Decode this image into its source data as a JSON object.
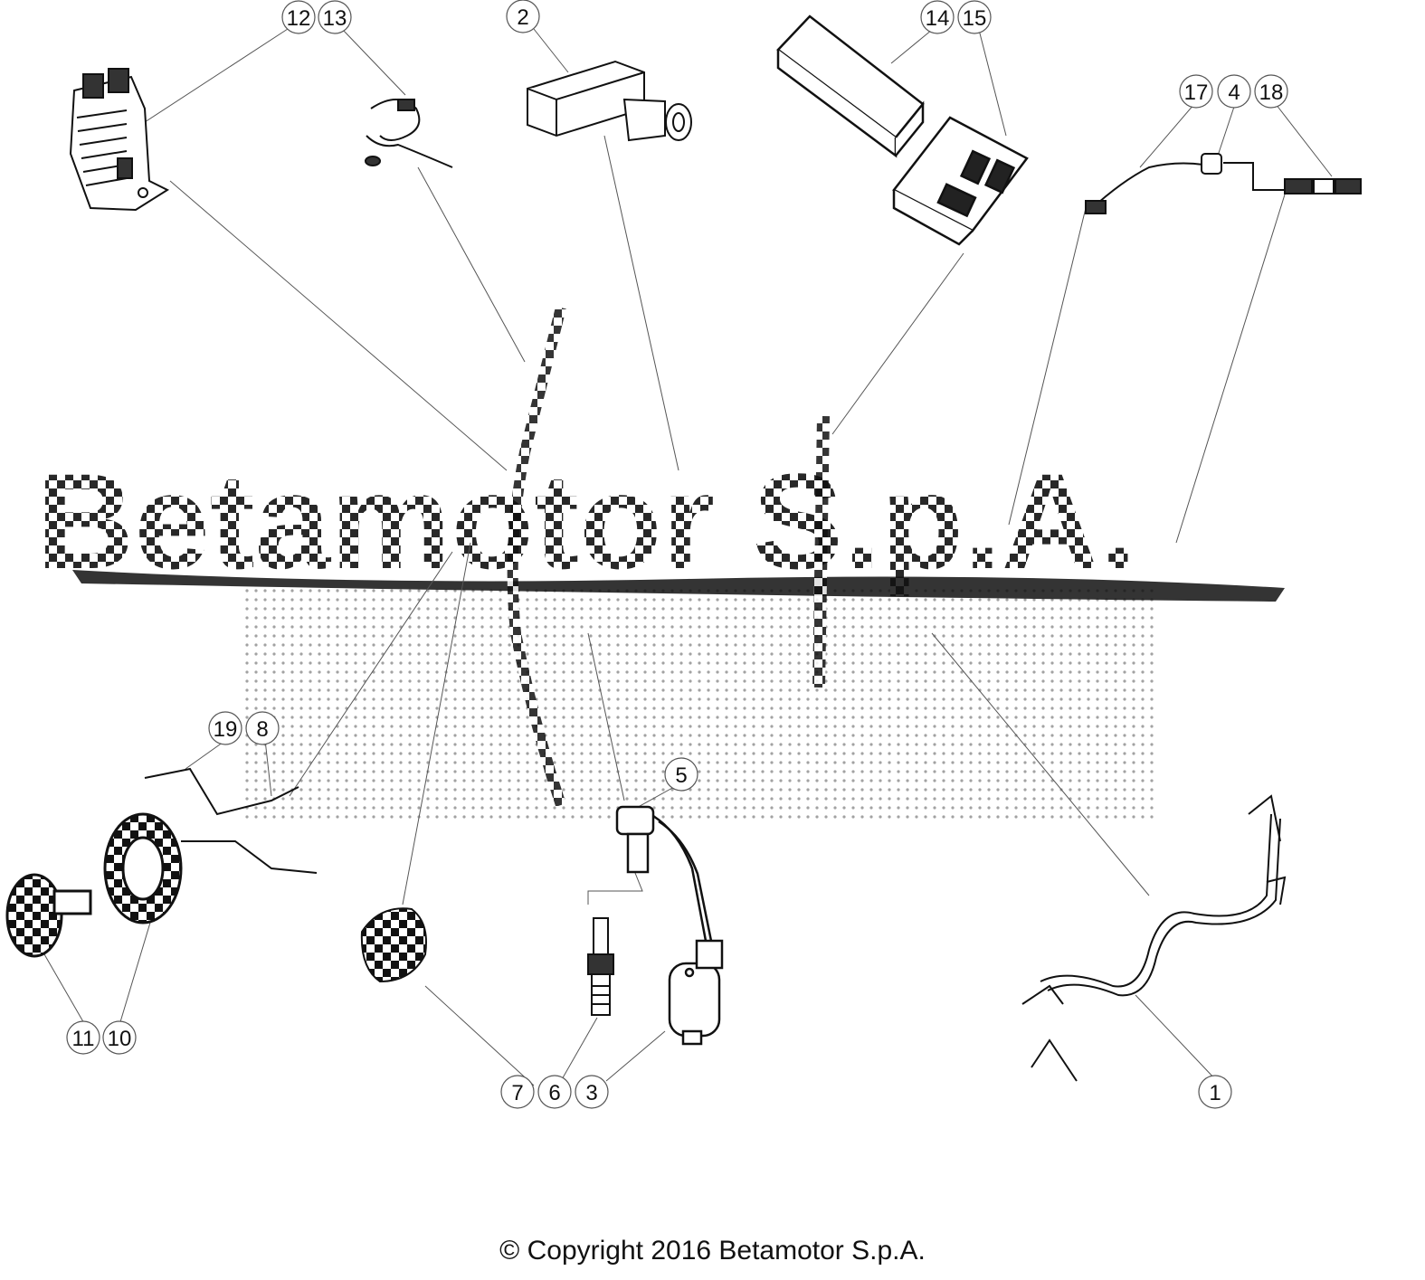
{
  "diagram": {
    "copyright": "© Copyright 2016 Betamotor S.p.A.",
    "watermark": "Betamotor S.p.A.",
    "callouts": [
      "1",
      "2",
      "3",
      "4",
      "5",
      "6",
      "7",
      "8",
      "10",
      "11",
      "12",
      "13",
      "14",
      "15",
      "17",
      "18",
      "19"
    ],
    "parts": [
      {
        "id": "1",
        "icon": "wiring-harness-icon"
      },
      {
        "id": "2",
        "icon": "bracket-module-icon"
      },
      {
        "id": "3",
        "icon": "ignition-coil-icon"
      },
      {
        "id": "4",
        "icon": "bulb-socket-icon"
      },
      {
        "id": "5",
        "icon": "spark-plug-cap-icon"
      },
      {
        "id": "6",
        "icon": "spark-plug-icon"
      },
      {
        "id": "7",
        "icon": "pickup-sensor-icon"
      },
      {
        "id": "8",
        "icon": "cable-icon"
      },
      {
        "id": "10",
        "icon": "stator-icon"
      },
      {
        "id": "11",
        "icon": "flywheel-icon"
      },
      {
        "id": "12",
        "icon": "handlebar-switch-icon"
      },
      {
        "id": "13",
        "icon": "cable-connector-icon"
      },
      {
        "id": "14",
        "icon": "cdi-unit-icon"
      },
      {
        "id": "15",
        "icon": "regulator-icon"
      },
      {
        "id": "17",
        "icon": "sensor-cable-icon"
      },
      {
        "id": "18",
        "icon": "connector-icon"
      },
      {
        "id": "19",
        "icon": "cable-icon"
      }
    ]
  }
}
